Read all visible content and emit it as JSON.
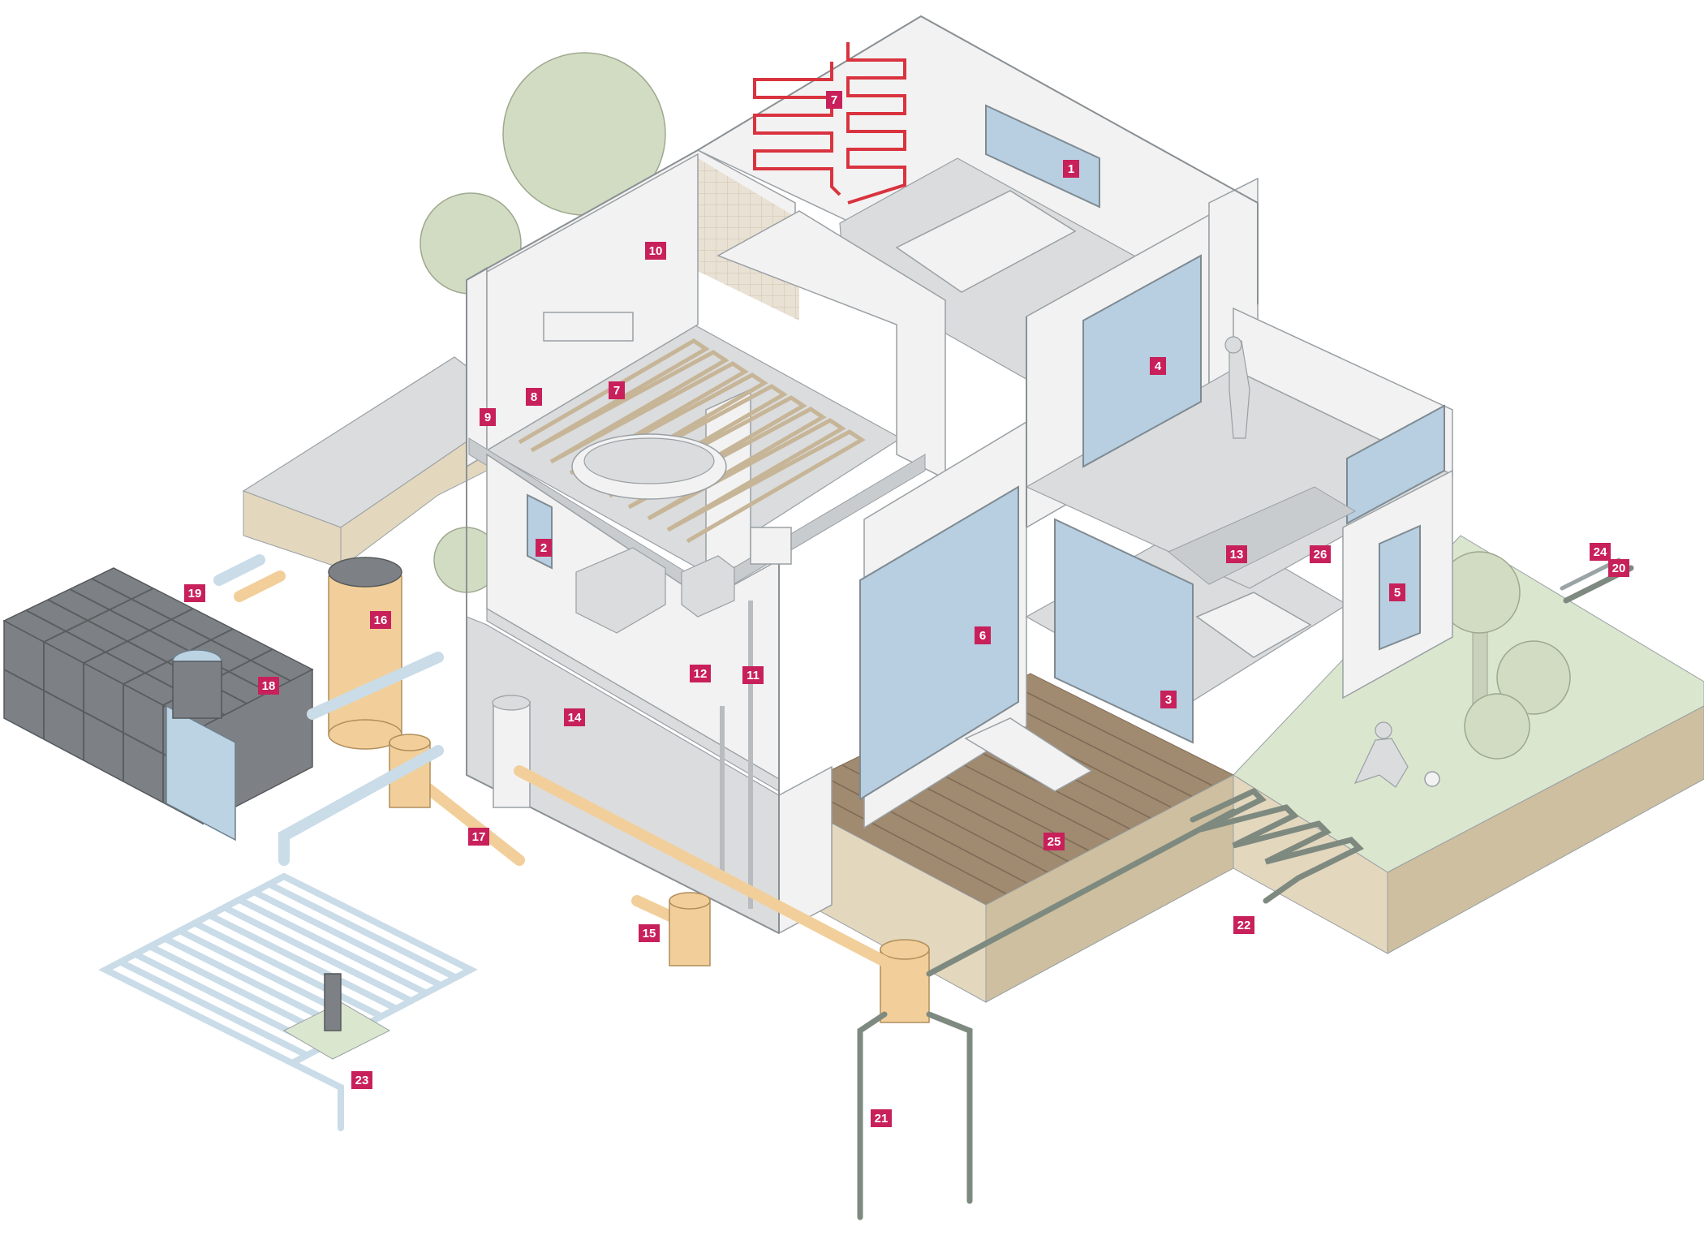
{
  "colors": {
    "marker": "#c8205a",
    "marker_text": "#ffffff",
    "wall": "#f2f2f2",
    "wall_edge": "#9aa0a4",
    "floor": "#dadcdd",
    "soil": "#e3d7be",
    "soil_dark": "#cdbf9f",
    "deck": "#a08a70",
    "deck_line": "#7d6a55",
    "lawn": "#dbe6cf",
    "tree": "#d2dcc3",
    "tree_trunk": "#c9d1bd",
    "glass": "#b7cfe0",
    "glass_frame": "#7f8a92",
    "heating_red": "#d9333f",
    "floor_heating": "#c7b597",
    "pipe_blue": "#c9dce8",
    "pipe_beige": "#f2cf9a",
    "probe_grey": "#7e8a80",
    "crate_dark": "#7d8185",
    "crate_blue": "#bcd3e3"
  },
  "markers": [
    {
      "label": "1"
    },
    {
      "label": "2"
    },
    {
      "label": "3"
    },
    {
      "label": "4"
    },
    {
      "label": "5"
    },
    {
      "label": "6"
    },
    {
      "label": "7"
    },
    {
      "label": "7"
    },
    {
      "label": "8"
    },
    {
      "label": "9"
    },
    {
      "label": "10"
    },
    {
      "label": "11"
    },
    {
      "label": "12"
    },
    {
      "label": "13"
    },
    {
      "label": "14"
    },
    {
      "label": "15"
    },
    {
      "label": "16"
    },
    {
      "label": "17"
    },
    {
      "label": "18"
    },
    {
      "label": "19"
    },
    {
      "label": "20"
    },
    {
      "label": "21"
    },
    {
      "label": "22"
    },
    {
      "label": "23"
    },
    {
      "label": "24"
    },
    {
      "label": "25"
    },
    {
      "label": "26"
    }
  ]
}
